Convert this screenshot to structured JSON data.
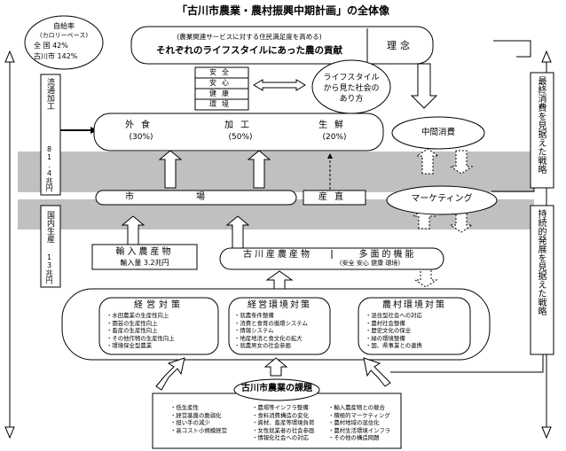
{
  "title": "「古川市農業・農村振興中期計画」の全体像",
  "self_sufficiency": {
    "heading": "自給率",
    "basis": "(カロリーベース)",
    "national": "全 国 42%",
    "city": "古川市 142%"
  },
  "philosophy": {
    "subtitle": "(農業関連サービスに対する住民満足度を高める)",
    "main": "それぞれのライフスタイルにあった農の貢献",
    "label": "理念"
  },
  "values": [
    "安全",
    "安心",
    "健康",
    "環境"
  ],
  "lifestyle_society": [
    "ライフスタイル",
    "から見た社会の",
    "あり方"
  ],
  "consumption": [
    {
      "label": "外食",
      "share": "(30%)"
    },
    {
      "label": "加工",
      "share": "(50%)"
    },
    {
      "label": "生鮮",
      "share": "(20%)"
    }
  ],
  "intermediate_consumption": "中間消費",
  "market": "市場",
  "direct_sales": "産直",
  "marketing": "マーケティング",
  "imported_products": {
    "label": "輸入農産物",
    "amount": "輸入量 3.2兆円"
  },
  "local_products": "古川産農産物",
  "multifunctionality": {
    "label": "多面的機能",
    "items": "(安全 安心 健康 環境)"
  },
  "measures": {
    "management": {
      "title": "経営対策",
      "items": [
        "水田農業の生産性向上",
        "園芸の生産性向上",
        "畜産の生産性向上",
        "その他作物の生産性向上",
        "環境保全型農業"
      ]
    },
    "environment": {
      "title": "経営環境対策",
      "items": [
        "就農条件整備",
        "消費と食育の循環システム",
        "情報システム",
        "地産地消と食文化の拡大",
        "就農男女の社会参画"
      ]
    },
    "rural": {
      "title": "農村環境対策",
      "items": [
        "混住型社会への対応",
        "農村社会整備",
        "歴史文化の保全",
        "緑の環境整備",
        "国、県事業との連携"
      ]
    }
  },
  "issues": {
    "title": "古川市農業の課題",
    "col1": [
      "低生産性",
      "経営基盤の脆弱化",
      "担い手の減少",
      "高コスト小規模経営"
    ],
    "col2": [
      "農場等インフラ整備",
      "食料消費構造の変化",
      "資材、畜産等環境負荷",
      "女性就業者の社会参画",
      "情報化社会への対応"
    ],
    "col3": [
      "輸入農産物との競合",
      "積極的マーケティング",
      "農村地域の混住化",
      "農村生活環境インフラ",
      "その他の構造問題"
    ]
  },
  "left": {
    "distribution": "流通加工",
    "distribution_amount": "81.4兆円",
    "domestic_production": "国内生産",
    "domestic_production_amount": "13兆円"
  },
  "right": {
    "final_consumption": "最終消費を見据えた戦略",
    "sustainable": "持続的発展を見据えた戦略"
  }
}
